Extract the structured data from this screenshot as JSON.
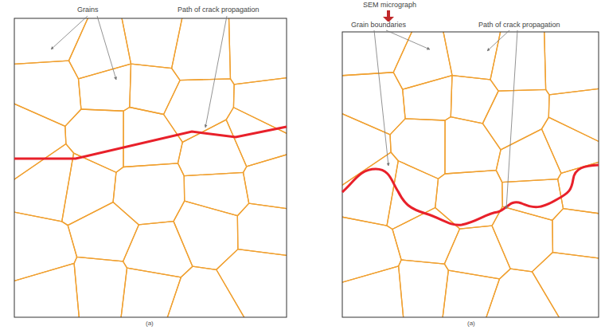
{
  "diagram": {
    "labels": [
      "Grains",
      "Path of crack propagation",
      "(a)",
      "SEM micrograph",
      "Grain boundaries",
      "Path of crack propagation",
      "(a)"
    ]
  }
}
